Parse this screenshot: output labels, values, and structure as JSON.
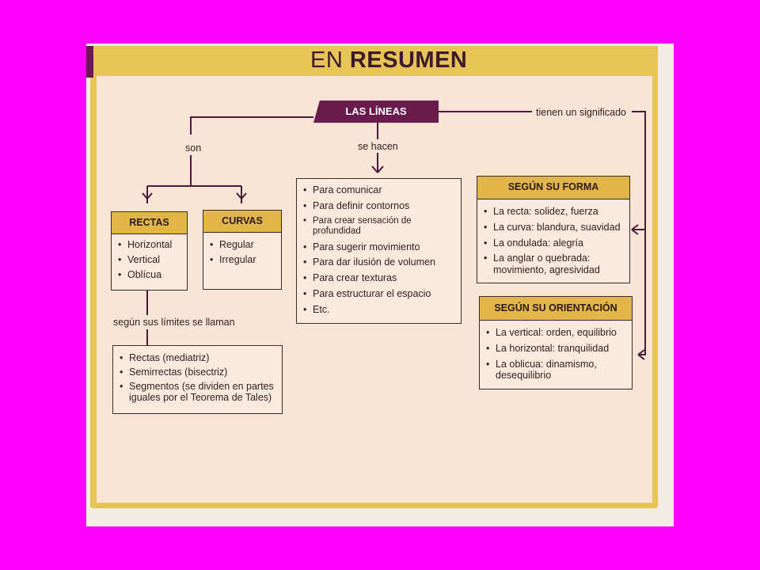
{
  "title": {
    "light": "EN ",
    "bold": "RESUMEN"
  },
  "root": "LAS LÍNEAS",
  "connectors": {
    "son": "son",
    "se_hacen": "se hacen",
    "tienen": "tienen un significado",
    "limites": "según sus límites se llaman"
  },
  "rectas": {
    "head": "RECTAS",
    "items": [
      "Horizontal",
      "Vertical",
      "Oblícua"
    ]
  },
  "curvas": {
    "head": "CURVAS",
    "items": [
      "Regular",
      "Irregular"
    ]
  },
  "limites_items": [
    "Rectas (mediatriz)",
    "Semirrectas (bisectriz)",
    "Segmentos (se dividen en partes iguales por el Teorema de Tales)"
  ],
  "usos_items": [
    "Para comunicar",
    "Para definir contornos",
    "Para crear sensación de profundidad",
    "Para sugerir movimiento",
    "Para dar ilusión de volumen",
    "Para crear texturas",
    "Para estructurar el espacio",
    "Etc."
  ],
  "forma": {
    "head": "SEGÚN SU FORMA",
    "items": [
      "La recta: solidez, fuerza",
      "La curva: blandura, suavidad",
      "La ondulada: alegría",
      "La anglar o quebrada: movimiento, agresividad"
    ]
  },
  "orientacion": {
    "head": "SEGÚN SU ORIENTACIÓN",
    "items": [
      "La vertical: orden, equilibrio",
      "La horizontal: tranquilidad",
      "La oblicua: dinamismo, desequilibrio"
    ]
  },
  "colors": {
    "background": "#ff00ff",
    "accent": "#6b1a4e",
    "gold": "#e2b548",
    "paper": "#f9e4d6"
  }
}
